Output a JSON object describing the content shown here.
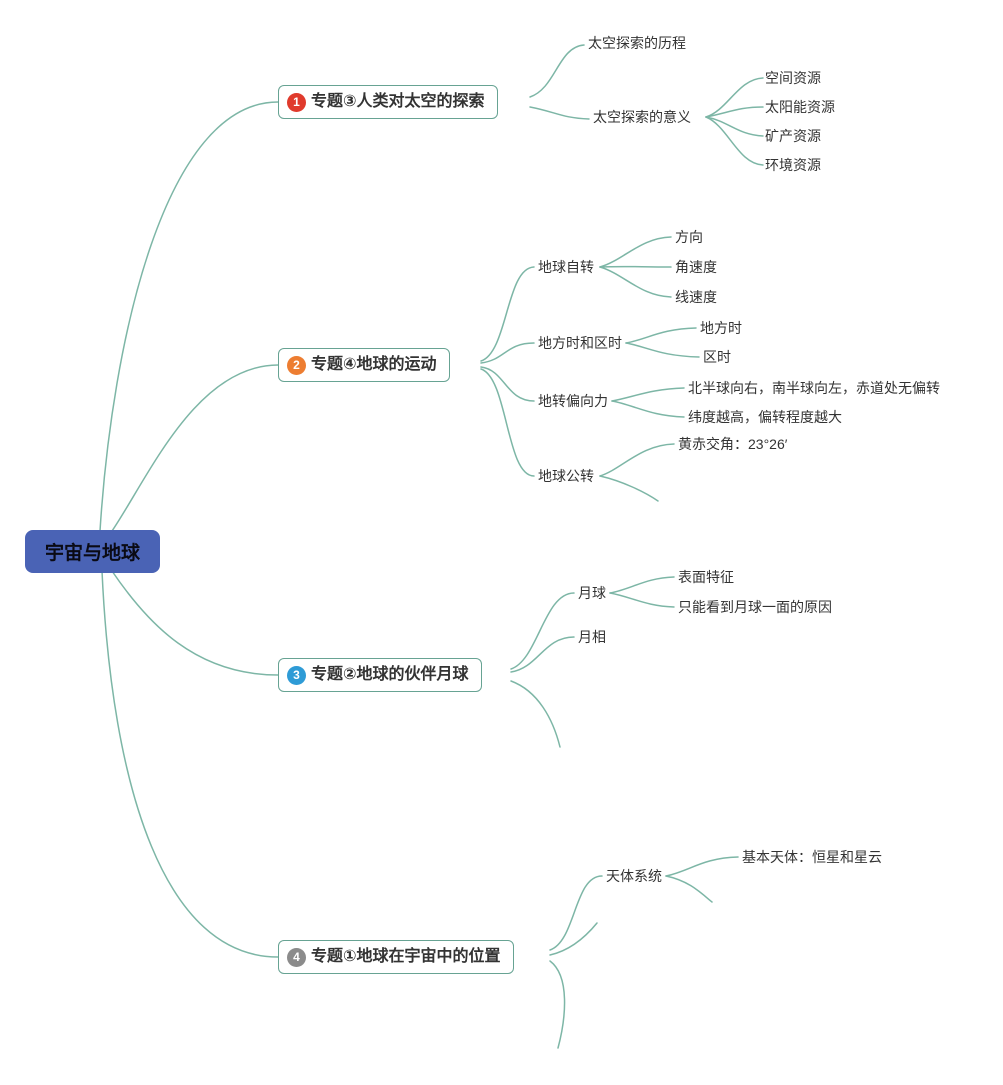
{
  "title": "宇宙与地球",
  "colors": {
    "line": "#7db6a6",
    "box_border": "#67a393",
    "root_bg": "#4a63b5",
    "badge_1": "#e03a2c",
    "badge_2": "#ed7d31",
    "badge_3": "#2e9bd6",
    "badge_4": "#8b8b8b"
  },
  "root": {
    "label": "宇宙与地球"
  },
  "branches": [
    {
      "badge": "1",
      "label": "专题③人类对太空的探索",
      "children": [
        {
          "label": "太空探索的历程"
        },
        {
          "label": "太空探索的意义",
          "children": [
            {
              "label": "空间资源"
            },
            {
              "label": "太阳能资源"
            },
            {
              "label": "矿产资源"
            },
            {
              "label": "环境资源"
            }
          ]
        }
      ]
    },
    {
      "badge": "2",
      "label": "专题④地球的运动",
      "children": [
        {
          "label": "地球自转",
          "children": [
            {
              "label": "方向"
            },
            {
              "label": "角速度"
            },
            {
              "label": "线速度"
            }
          ]
        },
        {
          "label": "地方时和区时",
          "children": [
            {
              "label": "地方时"
            },
            {
              "label": "区时"
            }
          ]
        },
        {
          "label": "地转偏向力",
          "children": [
            {
              "label": "北半球向右，南半球向左，赤道处无偏转"
            },
            {
              "label": "纬度越高，偏转程度越大"
            }
          ]
        },
        {
          "label": "地球公转",
          "children": [
            {
              "label": "黄赤交角：23°26′"
            }
          ]
        }
      ]
    },
    {
      "badge": "3",
      "label": "专题②地球的伙伴月球",
      "children": [
        {
          "label": "月球",
          "children": [
            {
              "label": "表面特征"
            },
            {
              "label": "只能看到月球一面的原因"
            }
          ]
        },
        {
          "label": "月相"
        }
      ]
    },
    {
      "badge": "4",
      "label": "专题①地球在宇宙中的位置",
      "children": [
        {
          "label": "天体系统",
          "children": [
            {
              "label": "基本天体：恒星和星云"
            }
          ]
        }
      ]
    }
  ]
}
